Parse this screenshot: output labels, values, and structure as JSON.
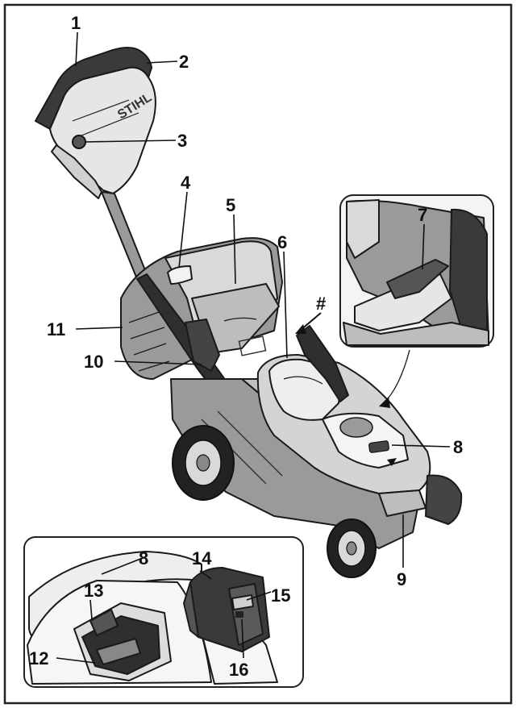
{
  "figure": {
    "brand_mark": "STIHL",
    "callouts": [
      "1",
      "2",
      "3",
      "4",
      "5",
      "6",
      "7",
      "8",
      "9",
      "10",
      "11",
      "8",
      "12",
      "13",
      "14",
      "15",
      "16",
      "#"
    ]
  },
  "colors": {
    "frame": "#222222",
    "handle_dark": "#3a3a3a",
    "body_mid": "#9a9a9a",
    "body_light": "#d9d9d9",
    "panel_light": "#e6e6e6"
  }
}
